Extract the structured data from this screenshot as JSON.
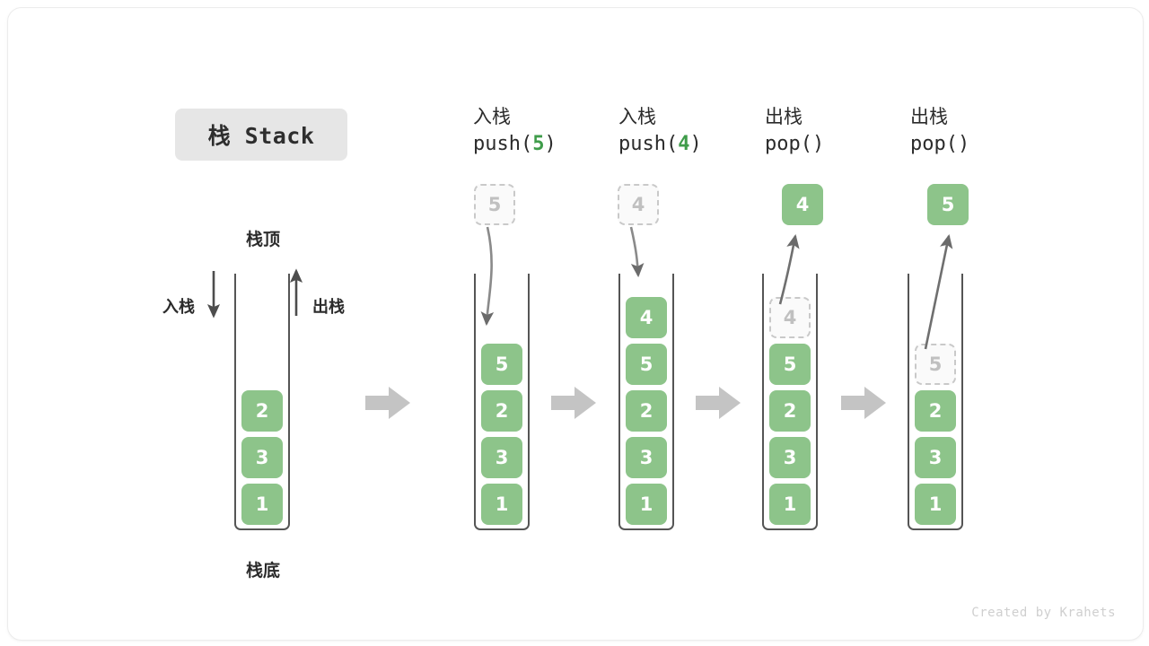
{
  "title_badge": {
    "label": "栈 Stack"
  },
  "left_panel": {
    "top_label": "栈顶",
    "bottom_label": "栈底",
    "push_label": "入栈",
    "pop_label": "出栈",
    "stack": [
      "1",
      "3",
      "2"
    ]
  },
  "steps": [
    {
      "cn": "入栈",
      "code_prefix": "push(",
      "code_arg": "5",
      "code_suffix": ")",
      "float": {
        "value": "5",
        "style": "ghost"
      },
      "stack": [
        "1",
        "3",
        "2",
        "5"
      ],
      "ghost_slots": []
    },
    {
      "cn": "入栈",
      "code_prefix": "push(",
      "code_arg": "4",
      "code_suffix": ")",
      "float": {
        "value": "4",
        "style": "ghost"
      },
      "stack": [
        "1",
        "3",
        "2",
        "5",
        "4"
      ],
      "ghost_slots": []
    },
    {
      "cn": "出栈",
      "code_prefix": "pop(",
      "code_arg": "",
      "code_suffix": ")",
      "float": {
        "value": "4",
        "style": "solid"
      },
      "stack": [
        "1",
        "3",
        "2",
        "5",
        "4"
      ],
      "ghost_slots": [
        4
      ]
    },
    {
      "cn": "出栈",
      "code_prefix": "pop(",
      "code_arg": "",
      "code_suffix": ")",
      "float": {
        "value": "5",
        "style": "solid"
      },
      "stack": [
        "1",
        "3",
        "2",
        "5"
      ],
      "ghost_slots": [
        3
      ]
    }
  ],
  "flow_arrows": 4,
  "colors": {
    "element_green": "#8dc48a",
    "code_accent_green": "#3f9c4a",
    "badge_gray": "#e6e6e6",
    "tube_stroke": "#555555",
    "flow_arrow_gray": "#c4c4c4",
    "ghost_border": "#c9c9c9"
  },
  "footer": {
    "credit": "Created by Krahets"
  }
}
